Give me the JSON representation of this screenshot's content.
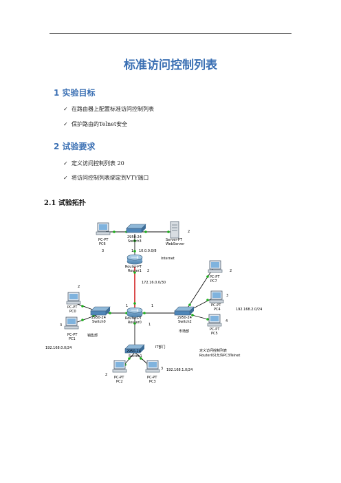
{
  "title": "标准访问控制列表",
  "section1": {
    "heading": "1 实验目标",
    "items": [
      "在路由器上配置标准访问控制列表",
      "保护路由的Telnet安全"
    ]
  },
  "section2": {
    "heading": "2 试验要求",
    "items": [
      "定义访问控制列表  20",
      "将访问控制列表绑定到VTY端口"
    ]
  },
  "subsection": {
    "heading": "2.1 试验拓扑"
  },
  "check_glyph": "✓",
  "topology": {
    "pc6": {
      "type": "PC-PT",
      "name": "PC6",
      "port": "3"
    },
    "switch3": {
      "type": "2950-24",
      "name": "Switch3"
    },
    "server": {
      "type": "Server-PT",
      "name": "WebServer",
      "port": "2"
    },
    "router1": {
      "type": "Router-PT",
      "name": "Router1",
      "port_top": "1",
      "port_bottom": "2"
    },
    "net_top": "10.0.0.0/8",
    "internet": "Internet",
    "net_link": "172.16.0.0/30",
    "router0": {
      "type": "Router-PT",
      "name": "Router0",
      "port_left": "1",
      "port_right": "1",
      "port_bottom": "1"
    },
    "switch0": {
      "type": "2950-24",
      "name": "Switch0"
    },
    "pc0": {
      "type": "PC-PT",
      "name": "PC0",
      "port": "2"
    },
    "pc1": {
      "type": "PC-PT",
      "name": "PC1",
      "port": "3"
    },
    "dept_left": "销售部",
    "net_left": "192.168.0.0/24",
    "switch2": {
      "type": "2950-24",
      "name": "Switch2"
    },
    "dept_right": "市场部",
    "pc7": {
      "type": "PC-PT",
      "name": "PC7",
      "port": "2"
    },
    "pc4": {
      "type": "PC-PT",
      "name": "PC4",
      "port": "3"
    },
    "pc5": {
      "type": "PC-PT",
      "name": "PC5",
      "port": "4"
    },
    "net_right": "192.168.2.0/24",
    "switch1": {
      "type": "2950-24",
      "name": "Switch1"
    },
    "dept_bottom": "IT部门",
    "note1": "定义访问控制列表",
    "note2": "Router0只允许PC3Telnet",
    "pc2": {
      "type": "PC-PT",
      "name": "PC2",
      "port": "2"
    },
    "pc3": {
      "type": "PC-PT",
      "name": "PC3",
      "port": "3"
    },
    "net_bottom": "192.168.1.0/24"
  }
}
